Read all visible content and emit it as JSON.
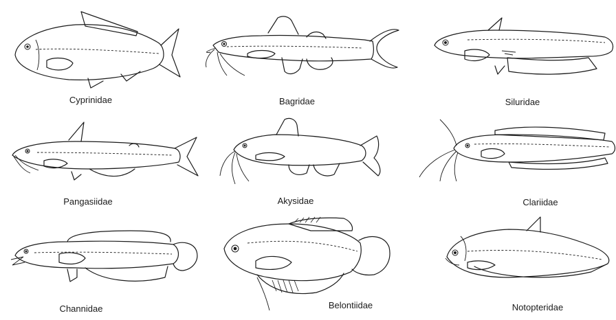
{
  "families": [
    {
      "id": "cyprinidae",
      "name": "Cyprinidae"
    },
    {
      "id": "bagridae",
      "name": "Bagridae"
    },
    {
      "id": "siluridae",
      "name": "Siluridae"
    },
    {
      "id": "pangasiidae",
      "name": "Pangasiidae"
    },
    {
      "id": "akysidae",
      "name": "Akysidae"
    },
    {
      "id": "clariidae",
      "name": "Clariidae"
    },
    {
      "id": "channidae",
      "name": "Channidae"
    },
    {
      "id": "belontiidae",
      "name": "Belontiidae"
    },
    {
      "id": "notopteridae",
      "name": "Notopteridae"
    }
  ]
}
